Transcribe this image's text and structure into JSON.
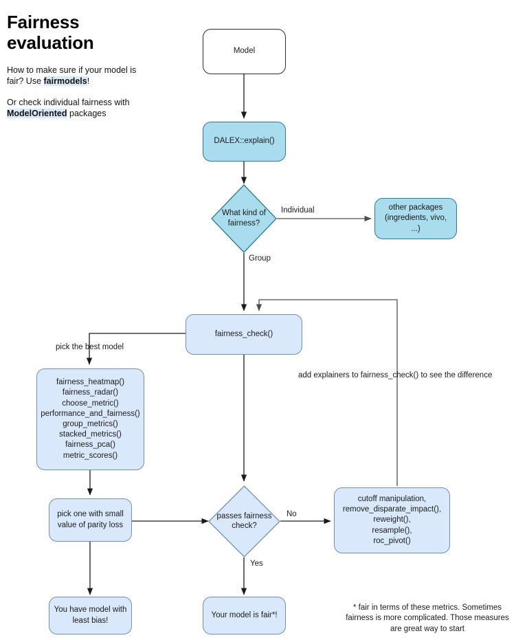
{
  "intro": {
    "title": "Fairness evaluation",
    "para1_pre": "How to make sure if your model is fair? Use ",
    "para1_highlight": "fairmodels",
    "para1_post": "!",
    "para2_pre": "Or check individual fairness with ",
    "para2_highlight": "ModelOriented",
    "para2_post": " packages"
  },
  "colors": {
    "cyan_fill": "#a9dcec",
    "cyan_stroke": "#2a7b96",
    "blue_fill": "#dae8fc",
    "blue_stroke": "#6c8ebf",
    "white_fill": "#ffffff",
    "black_stroke": "#2b2b2b",
    "highlight": "#dbe9f7",
    "edge": "#1a1a1a"
  },
  "nodes": {
    "model": {
      "label": "Model"
    },
    "dalex": {
      "label": "DALEX::explain()"
    },
    "kind_of_fairness": {
      "label": "What kind of\nfairness?"
    },
    "other_packages": {
      "label": "other packages\n(ingredients, vivo, ...)"
    },
    "fairness_check": {
      "label": "fairness_check()"
    },
    "functions": {
      "label": "fairness_heatmap()\nfairness_radar()\nchoose_metric()\nperformance_and_fairness()\ngroup_metrics()\nstacked_metrics()\nfairness_pca()\nmetric_scores()"
    },
    "pick_one": {
      "label": "pick one with small\nvalue of parity loss"
    },
    "passes_check": {
      "label": "passes fairness\ncheck?"
    },
    "mitigation": {
      "label": "cutoff manipulation,\nremove_disparate_impact(),\nreweight(),\nresample(),\nroc_pivot()"
    },
    "least_bias": {
      "label": "You have model with\nleast bias!"
    },
    "model_fair": {
      "label": "Your model is fair*!"
    }
  },
  "edge_labels": {
    "individual": "Individual",
    "group": "Group",
    "pick_best_model": "pick the best model",
    "add_explainers": "add explainers to fairness_check() to see the difference",
    "no": "No",
    "yes": "Yes"
  },
  "footnote": {
    "text": "* fair in terms of these metrics. Sometimes fairness is more complicated. Those measures are great way to start"
  }
}
